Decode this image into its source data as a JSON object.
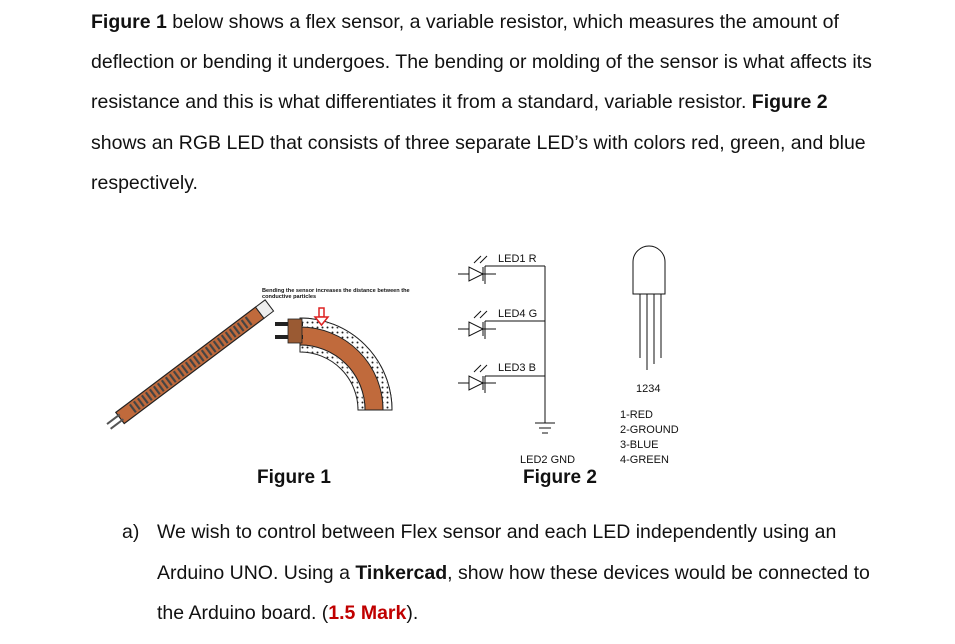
{
  "intro": {
    "fig1_ref": "Figure 1",
    "text1": " below shows a flex sensor, a variable resistor, which measures the amount of deflection or bending it undergoes. The bending or molding of the sensor is what affects its resistance and this is what differentiates it from a standard, variable resistor. ",
    "fig2_ref": "Figure 2",
    "text2": " shows an RGB LED that consists of three separate LED’s with colors red, green, and blue respectively."
  },
  "figure1": {
    "annotation": "Bending the sensor increases the distance between the conductive particles",
    "caption": "Figure 1"
  },
  "figure2": {
    "led1": "LED1 R",
    "led4": "LED4 G",
    "led3": "LED3 B",
    "gnd": "LED2 GND",
    "caption": "Figure 2",
    "pins": "1234",
    "legend": [
      "1-RED",
      "2-GROUND",
      "3-BLUE",
      "4-GREEN"
    ]
  },
  "question": {
    "label": "a)",
    "text_start": "We wish to control between Flex sensor and each LED independently using an Arduino UNO. Using a ",
    "tool": "Tinkercad",
    "text_mid": ", show how these devices would be connected to the Arduino board. (",
    "mark": "1.5 Mark",
    "text_end": ")."
  }
}
